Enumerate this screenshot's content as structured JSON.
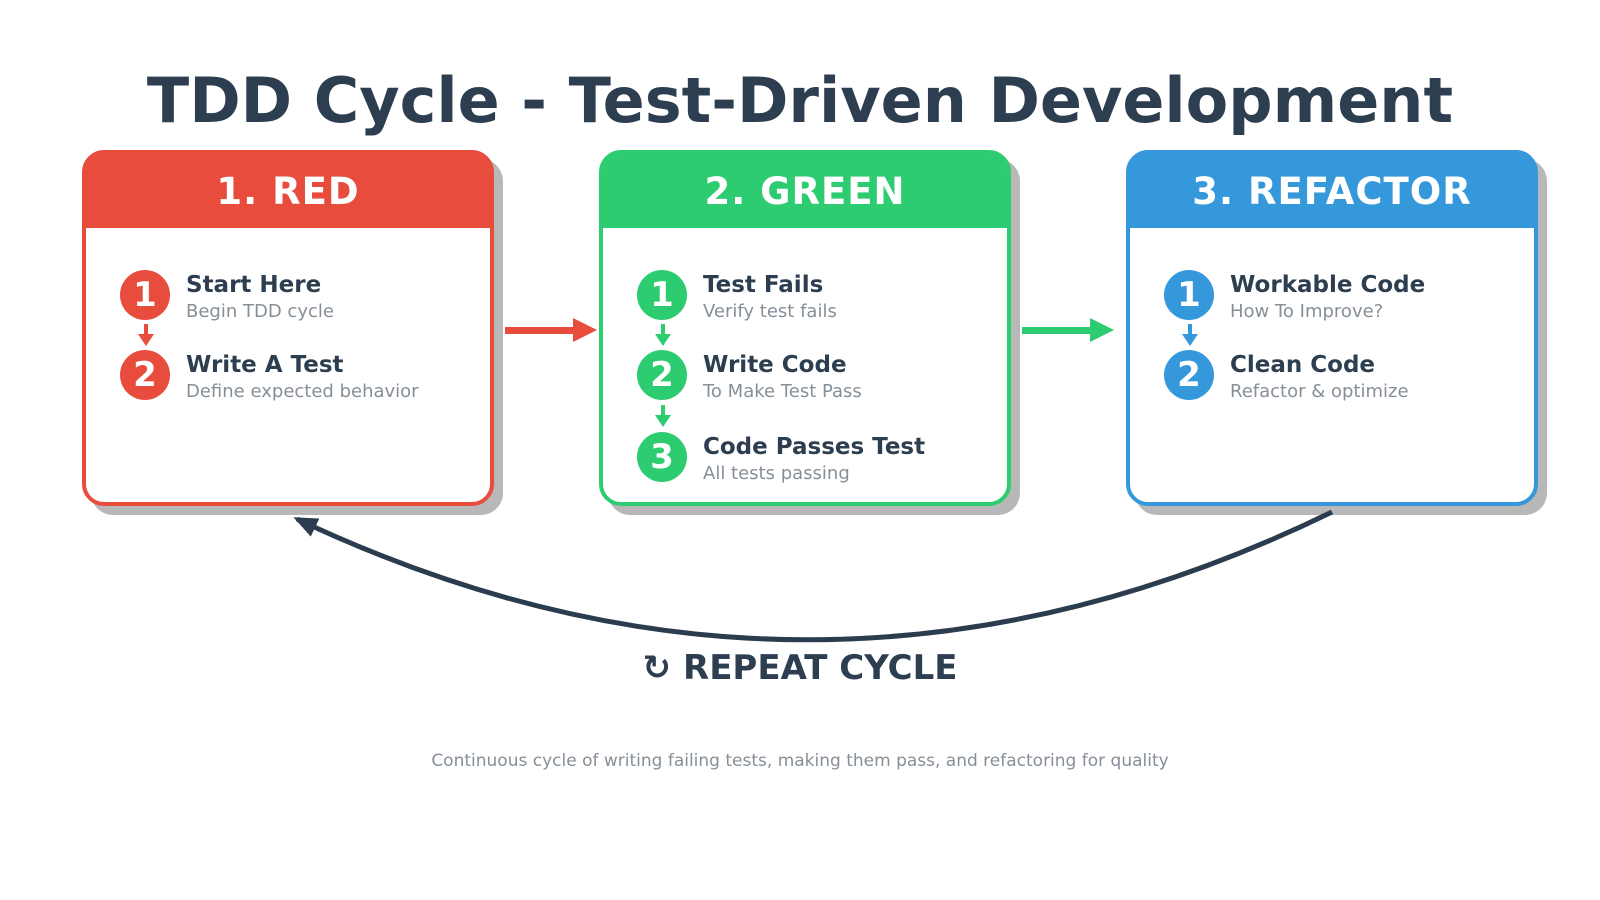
{
  "title": "TDD Cycle - Test-Driven Development",
  "cards": [
    {
      "header": "1. RED",
      "accent": "#e74c3c",
      "steps": [
        {
          "number": "1",
          "title": "Start Here",
          "subtitle": "Begin TDD cycle"
        },
        {
          "number": "2",
          "title": "Write A Test",
          "subtitle": "Define expected behavior"
        }
      ]
    },
    {
      "header": "2. GREEN",
      "accent": "#2ecc71",
      "steps": [
        {
          "number": "1",
          "title": "Test Fails",
          "subtitle": "Verify test fails"
        },
        {
          "number": "2",
          "title": "Write Code",
          "subtitle": "To Make Test Pass"
        },
        {
          "number": "3",
          "title": "Code Passes Test",
          "subtitle": "All tests passing"
        }
      ]
    },
    {
      "header": "3. REFACTOR",
      "accent": "#3498db",
      "steps": [
        {
          "number": "1",
          "title": "Workable Code",
          "subtitle": "How To Improve?"
        },
        {
          "number": "2",
          "title": "Clean Code",
          "subtitle": "Refactor & optimize"
        }
      ]
    }
  ],
  "repeat_cycle": {
    "icon": "↻",
    "label": "REPEAT CYCLE"
  },
  "caption": "Continuous cycle of writing failing tests, making them pass, and refactoring for quality",
  "colors": {
    "red": "#e74c3c",
    "green": "#2ecc71",
    "blue": "#3498db",
    "navy_text": "#2d3e50",
    "subtitle_gray": "#868f98",
    "cycle_arrow": "#2b3c4e"
  }
}
